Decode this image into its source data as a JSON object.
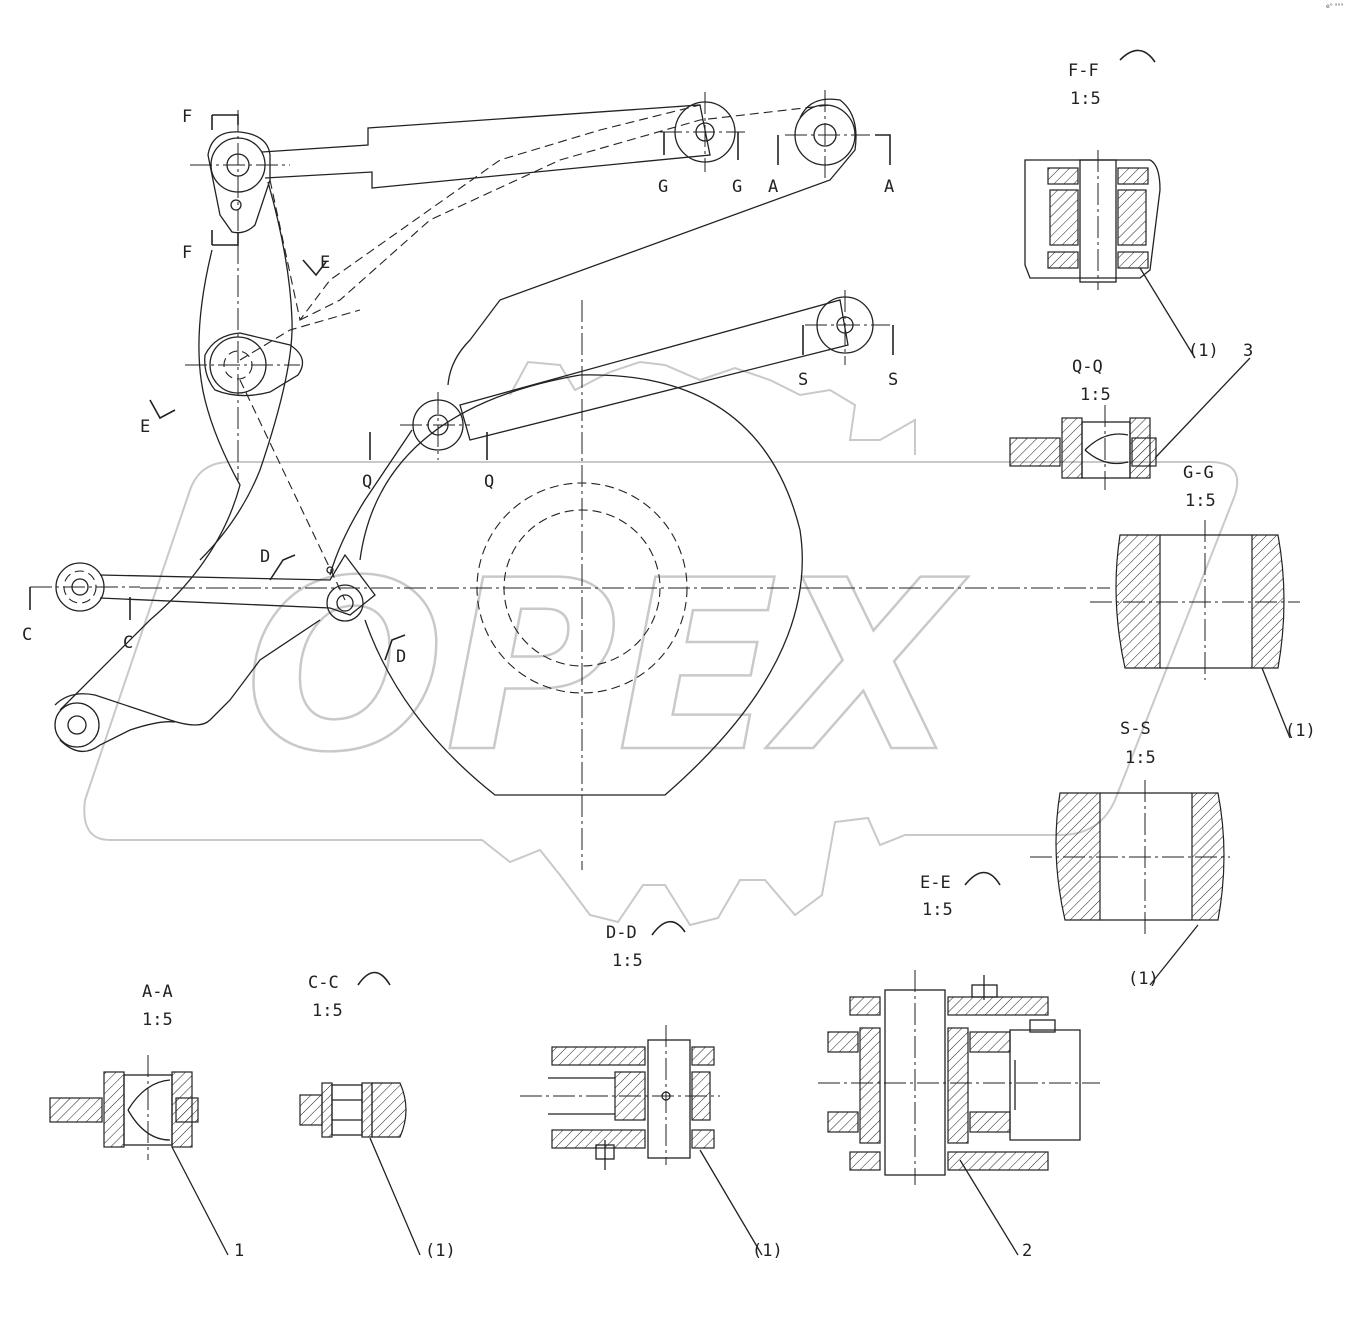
{
  "watermark": "OPEX",
  "corner_mark": "e° °°°",
  "sections": {
    "ff": {
      "title": "F-F",
      "scale": "1:5"
    },
    "qq": {
      "title": "Q-Q",
      "scale": "1:5"
    },
    "gg": {
      "title": "G-G",
      "scale": "1:5"
    },
    "ss": {
      "title": "S-S",
      "scale": "1:5"
    },
    "ee": {
      "title": "E-E",
      "scale": "1:5"
    },
    "dd": {
      "title": "D-D",
      "scale": "1:5"
    },
    "aa": {
      "title": "A-A",
      "scale": "1:5"
    },
    "cc": {
      "title": "C-C",
      "scale": "1:5"
    }
  },
  "cut_marks": {
    "f": "F",
    "g": "G",
    "a": "A",
    "e": "E",
    "s": "S",
    "q": "Q",
    "c": "C",
    "d": "D"
  },
  "callouts": {
    "one": "1",
    "two": "2",
    "three": "3",
    "ref": "(1)"
  }
}
